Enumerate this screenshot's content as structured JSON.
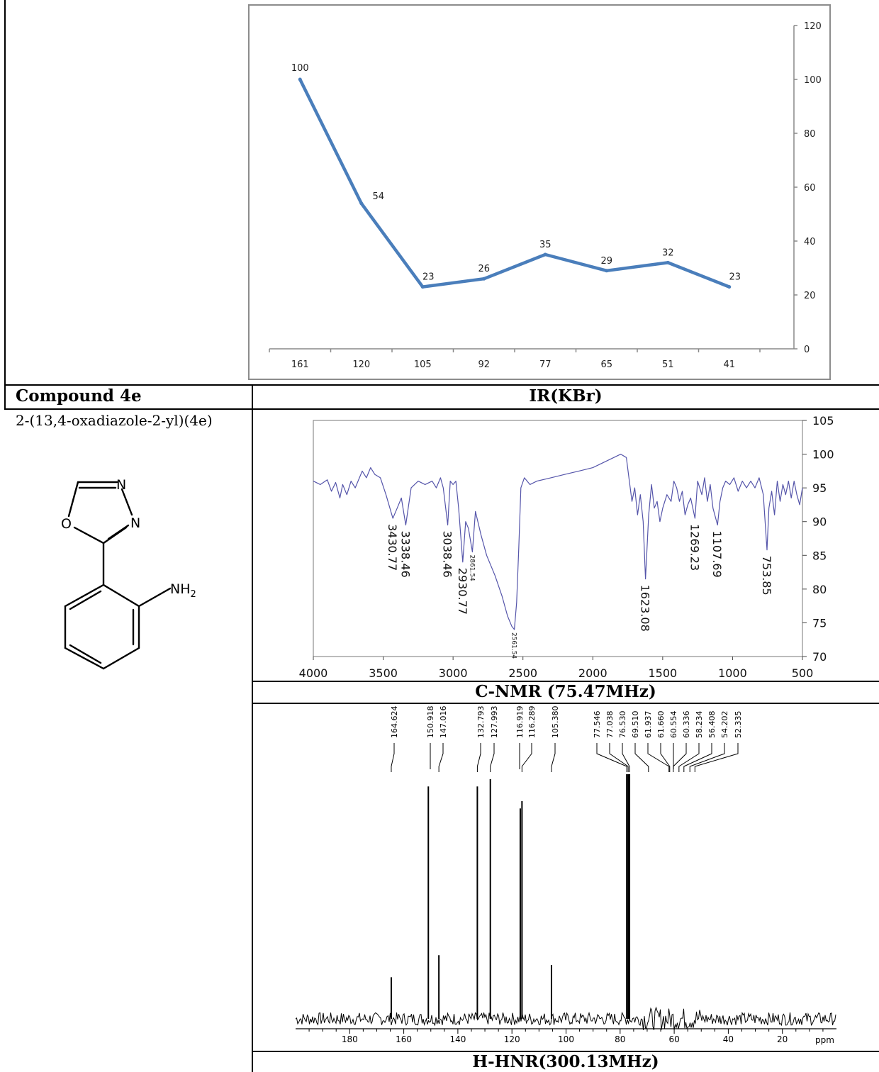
{
  "header_row": {
    "compound_label": "Compound 4e",
    "ir_label": "IR(KBr)"
  },
  "compound": {
    "name": "2-(13,4-oxadiazole-2-yl)(4e)",
    "structure_labels": {
      "o": "O",
      "n1": "N",
      "n2": "N",
      "nh2": "NH",
      "nh2_sub": "2"
    }
  },
  "section_labels": {
    "cnmr": "C-NMR (75.47MHz)",
    "hnmr": "H-HNR(300.13MHz)"
  },
  "chart_data": [
    {
      "type": "line",
      "id": "mass-spectrum",
      "categories": [
        "161",
        "120",
        "105",
        "92",
        "77",
        "65",
        "51",
        "41"
      ],
      "values": [
        100,
        54,
        23,
        26,
        35,
        29,
        32,
        23
      ],
      "data_labels": [
        "100",
        "54",
        "23",
        "26",
        "35",
        "29",
        "32",
        "23"
      ],
      "ylim": [
        0,
        120
      ],
      "yticks": [
        "0",
        "20",
        "40",
        "60",
        "80",
        "100",
        "120"
      ],
      "y_axis_side": "right",
      "line_color": "#4a7ebb",
      "grid": false
    },
    {
      "type": "line",
      "id": "ir-spectrum",
      "xlim": [
        4000,
        500
      ],
      "ylim": [
        70,
        105
      ],
      "xticks": [
        "4000",
        "3500",
        "3000",
        "2500",
        "2000",
        "1500",
        "1000",
        "500"
      ],
      "yticks": [
        "70",
        "75",
        "80",
        "85",
        "90",
        "95",
        "100",
        "105"
      ],
      "y_axis_side": "right",
      "line_color": "#5555aa",
      "x": [
        4000,
        3950,
        3900,
        3870,
        3840,
        3810,
        3790,
        3760,
        3730,
        3700,
        3650,
        3620,
        3590,
        3560,
        3520,
        3480,
        3430.77,
        3400,
        3370,
        3338.46,
        3300,
        3250,
        3200,
        3150,
        3120,
        3090,
        3070,
        3038.46,
        3020,
        3000,
        2980,
        2960,
        2930.77,
        2910,
        2890,
        2861.54,
        2840,
        2800,
        2760,
        2700,
        2650,
        2610,
        2580,
        2561.54,
        2545,
        2530,
        2515,
        2490,
        2450,
        2400,
        2300,
        2200,
        2100,
        2000,
        1900,
        1800,
        1760,
        1745,
        1720,
        1700,
        1680,
        1660,
        1640,
        1623.08,
        1600,
        1580,
        1560,
        1540,
        1520,
        1500,
        1470,
        1440,
        1420,
        1400,
        1380,
        1360,
        1340,
        1320,
        1300,
        1269.23,
        1250,
        1220,
        1200,
        1180,
        1160,
        1140,
        1107.69,
        1090,
        1070,
        1050,
        1020,
        990,
        960,
        930,
        900,
        870,
        840,
        810,
        780,
        753.85,
        740,
        720,
        700,
        680,
        660,
        640,
        620,
        600,
        580,
        560,
        540,
        520,
        500
      ],
      "y": [
        96,
        95.5,
        96.2,
        94.5,
        95.8,
        93.5,
        95.5,
        94,
        96,
        95,
        97.5,
        96.5,
        98,
        97,
        96.5,
        94,
        90.5,
        92,
        93.5,
        89.5,
        95,
        96,
        95.5,
        96,
        95,
        96.5,
        95,
        89.5,
        96,
        95.5,
        96,
        92,
        84,
        90,
        89,
        85.5,
        91.5,
        88,
        85,
        82,
        79,
        76,
        74.5,
        74,
        78,
        86,
        95,
        96.5,
        95.5,
        96,
        96.5,
        97,
        97.5,
        98,
        99,
        100,
        99.5,
        97,
        93,
        95,
        91,
        94,
        90,
        81.5,
        91,
        95.5,
        92,
        93,
        90,
        92,
        94,
        93,
        96,
        95,
        93,
        94.5,
        91,
        92.5,
        93.5,
        90.5,
        96,
        94,
        96.5,
        93,
        95.5,
        92,
        89.5,
        93,
        95,
        96,
        95.5,
        96.5,
        94.5,
        96,
        95,
        96,
        95,
        96.5,
        94,
        85.8,
        92,
        94.5,
        91,
        96,
        93,
        95.5,
        94,
        96,
        93.5,
        96,
        94,
        92.5,
        95
      ],
      "peak_labels": [
        {
          "x": 3430.77,
          "label": "3430.77"
        },
        {
          "x": 3338.46,
          "label": "3338.46"
        },
        {
          "x": 3038.46,
          "label": "3038.46"
        },
        {
          "x": 2930.77,
          "label": "2930.77"
        },
        {
          "x": 2861.54,
          "label": "2861.54"
        },
        {
          "x": 2561.54,
          "label": "2561.54"
        },
        {
          "x": 1623.08,
          "label": "1623.08"
        },
        {
          "x": 1269.23,
          "label": "1269.23"
        },
        {
          "x": 1107.69,
          "label": "1107.69"
        },
        {
          "x": 753.85,
          "label": "753.85"
        }
      ]
    },
    {
      "type": "line",
      "id": "c-nmr-spectrum",
      "xlim": [
        200,
        0
      ],
      "xticks": [
        "180",
        "160",
        "140",
        "120",
        "100",
        "80",
        "60",
        "40",
        "20"
      ],
      "xlabel": "ppm",
      "grid": false,
      "peaks": [
        {
          "x": 164.624,
          "height": 0.17
        },
        {
          "x": 150.918,
          "height": 0.95
        },
        {
          "x": 147.016,
          "height": 0.26
        },
        {
          "x": 132.793,
          "height": 0.95
        },
        {
          "x": 127.993,
          "height": 0.98
        },
        {
          "x": 116.919,
          "height": 0.86
        },
        {
          "x": 116.289,
          "height": 0.89
        },
        {
          "x": 105.38,
          "height": 0.22
        },
        {
          "x": 77.546,
          "height": 1.0
        },
        {
          "x": 77.038,
          "height": 1.0
        },
        {
          "x": 76.53,
          "height": 1.0
        }
      ],
      "peak_labels": [
        "164.624",
        "150.918",
        "147.016",
        "132.793",
        "127.993",
        "116.919",
        "116.289",
        "105.380",
        "77.546",
        "77.038",
        "76.530",
        "69.510",
        "61.937",
        "61.660",
        "60.554",
        "60.336",
        "58.234",
        "56.408",
        "54.202",
        "52.335"
      ]
    }
  ]
}
